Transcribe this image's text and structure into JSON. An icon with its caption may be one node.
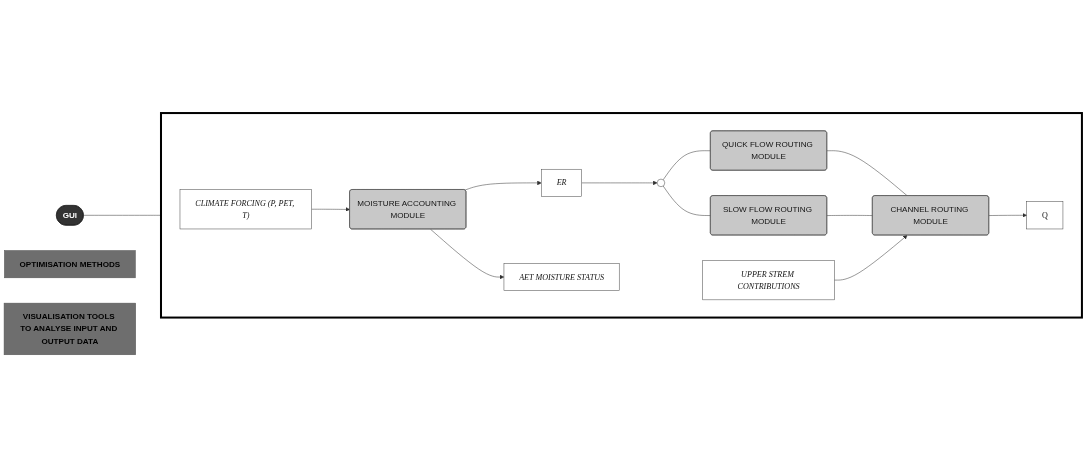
{
  "diagram": {
    "nodes": [
      {
        "text": [
          "GUI"
        ]
      },
      {
        "text": [],
        "shape": "box"
      },
      {
        "text": [
          "OPTIMISATION METHODS"
        ]
      },
      {
        "text": [
          "VISUALISATION TOOLS TO ANALYSE INPUT AND OUTPUT DATA"
        ]
      },
      {
        "text": [
          "CLIMATE FORCING (P, PET, T)"
        ],
        "in": 1
      },
      {
        "text": [
          "MOISTURE ACCOUNTING MODULE"
        ],
        "in": 1
      },
      {
        "text": [
          "AET MOISTURE STATUS"
        ],
        "in": 1
      },
      {
        "text": [
          "ER"
        ],
        "in": 1
      },
      {
        "text": [],
        "shape": "circle",
        "in": 1
      },
      {
        "text": [
          "QUICK FLOW ROUTING MODULE"
        ],
        "in": 1
      },
      {
        "text": [
          "SLOW FLOW ROUTING MODULE"
        ],
        "in": 1
      },
      {
        "text": [
          "UPPER STREM CONTRIBUTIONS"
        ],
        "in": 1
      },
      {
        "text": [
          "CHANNEL ROUTING MODULE"
        ],
        "in": 1
      },
      {
        "text": [
          "Q"
        ],
        "in": 1
      }
    ],
    "edges": [
      {
        "from": 0,
        "to": 1,
        "arrow": "none"
      },
      {
        "from": 4,
        "to": 5,
        "arrow": "to"
      },
      {
        "from": 5,
        "to": 7,
        "arrow": "to"
      },
      {
        "from": 5,
        "to": 6,
        "arrow": "to"
      },
      {
        "from": 7,
        "to": 8,
        "arrow": "to"
      },
      {
        "from": 8,
        "to": 9,
        "arrow": "none"
      },
      {
        "from": 8,
        "to": 10,
        "arrow": "none"
      },
      {
        "from": 9,
        "to": 12,
        "arrow": "none"
      },
      {
        "from": 10,
        "to": 12,
        "arrow": "none"
      },
      {
        "from": 11,
        "to": 12,
        "arrow": "to"
      },
      {
        "from": 12,
        "to": 13,
        "arrow": "to"
      }
    ]
  }
}
